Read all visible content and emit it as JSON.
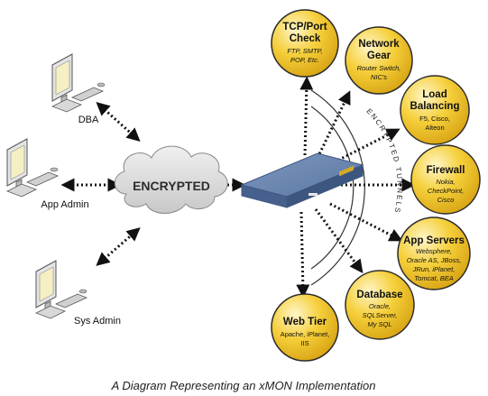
{
  "caption": "A Diagram Representing an xMON Implementation",
  "cloud_label": "ENCRYPTED",
  "tunnel_label": "ENCRYPTED TUNNELS",
  "users": {
    "dba": "DBA",
    "app_admin": "App Admin",
    "sys_admin": "Sys Admin"
  },
  "services": {
    "tcp": {
      "title1": "TCP/Port",
      "title2": "Check",
      "sub1": "FTP, SMTP,",
      "sub2": "POP, Etc."
    },
    "network": {
      "title1": "Network",
      "title2": "Gear",
      "sub1": "Router Switch,",
      "sub2": "NIC's"
    },
    "load": {
      "title1": "Load",
      "title2": "Balancing",
      "sub1": "F5, Cisco,",
      "sub2": "Alteon"
    },
    "firewall": {
      "title1": "Firewall",
      "sub1": "Nokia,",
      "sub2": "CheckPoint,",
      "sub3": "Cisco"
    },
    "app": {
      "title1": "App Servers",
      "sub1": "Websphere,",
      "sub2": "Oracle AS, JBoss,",
      "sub3": "JRun, iPlanet,",
      "sub4": "Tomcat, BEA"
    },
    "database": {
      "title1": "Database",
      "sub1": "Oracle,",
      "sub2": "SQLServer,",
      "sub3": "My SQL"
    },
    "web": {
      "title1": "Web Tier",
      "sub1": "Apache, iPlanet,",
      "sub2": "IIS"
    }
  },
  "colors": {
    "circle_fill": "#f5cf3a",
    "circle_stroke": "#2a2a2a",
    "appliance": "#5b7aa6",
    "cloud": "#dcdcdc",
    "monitor": "#f4f0c4"
  },
  "icons": [
    "workstation-icon",
    "cloud-icon",
    "appliance-icon",
    "arrow-icon"
  ]
}
